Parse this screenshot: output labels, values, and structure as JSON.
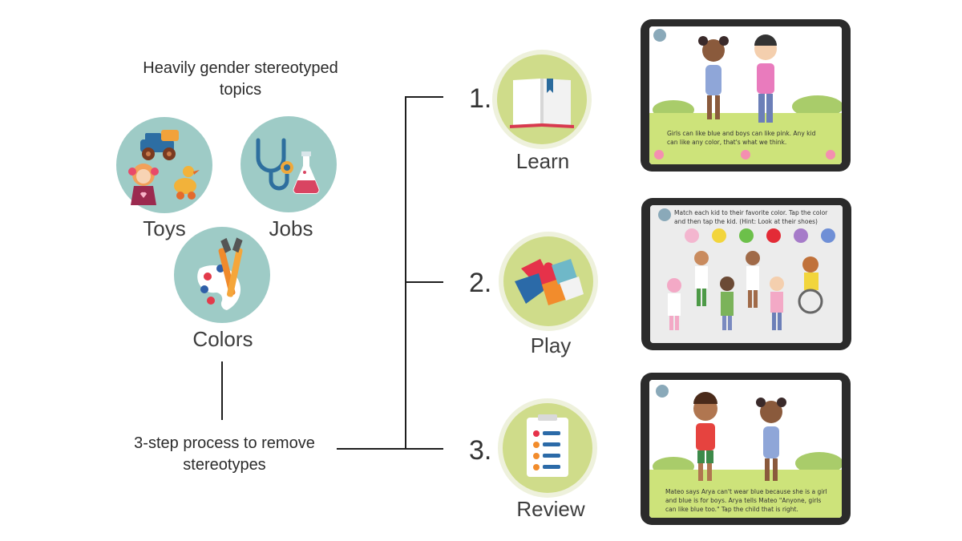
{
  "topics": {
    "heading": "Heavily gender stereotyped topics",
    "items": [
      {
        "label": "Toys",
        "icon": "toys-icon"
      },
      {
        "label": "Jobs",
        "icon": "jobs-icon"
      },
      {
        "label": "Colors",
        "icon": "colors-icon"
      }
    ]
  },
  "process": {
    "label": "3-step process to remove stereotypes"
  },
  "steps": [
    {
      "number": "1.",
      "label": "Learn",
      "icon": "book-icon",
      "screen_text": "Girls can like blue and boys can like pink. Any kid can like any color, that's what we think."
    },
    {
      "number": "2.",
      "label": "Play",
      "icon": "puzzle-icon",
      "screen_text": "Match each kid to their favorite color. Tap the color and then tap the kid. (Hint: Look at their shoes)"
    },
    {
      "number": "3.",
      "label": "Review",
      "icon": "checklist-icon",
      "screen_text": "Mateo says Arya can't wear blue because she is a girl and blue is for boys. Arya tells Mateo \"Anyone, girls can like blue too.\" Tap the child that is right."
    }
  ],
  "colors": {
    "topic_circle": "#9ecbc6",
    "step_circle": "#cfdc8a",
    "play_swatches": [
      "#f3b6cf",
      "#f2d53c",
      "#6cc04a",
      "#e32b36",
      "#a67bc9",
      "#6f8fd6"
    ]
  }
}
